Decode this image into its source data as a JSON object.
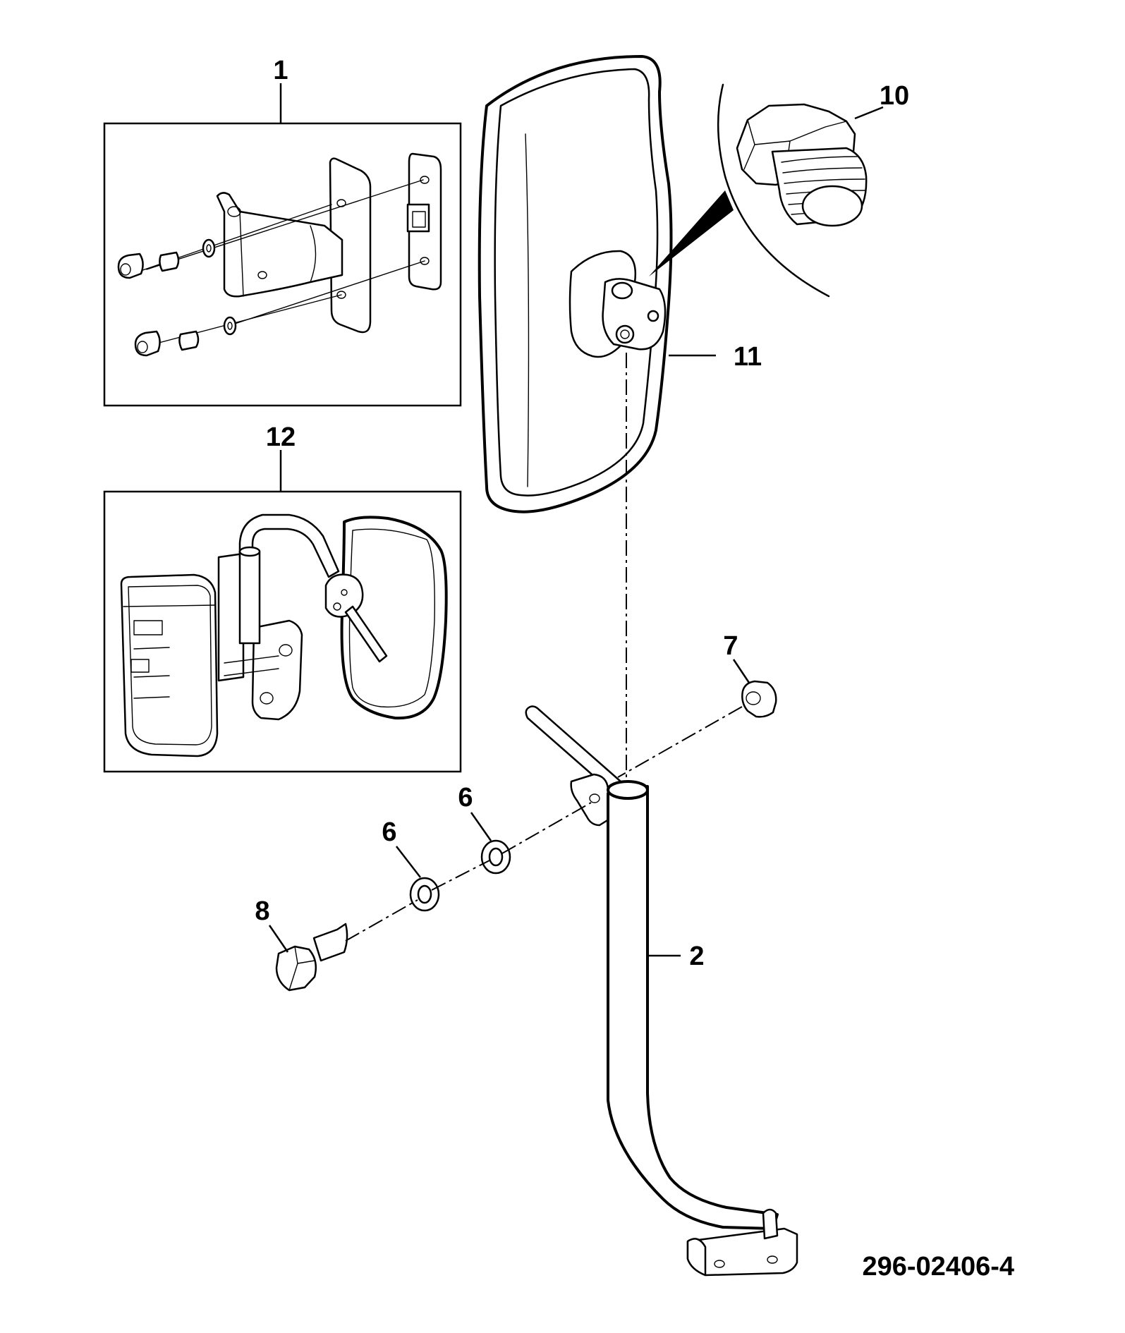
{
  "drawing_number": "296-02406-4",
  "callouts": {
    "c1": "1",
    "c2": "2",
    "c6a": "6",
    "c6b": "6",
    "c7": "7",
    "c8": "8",
    "c10": "10",
    "c11": "11",
    "c12": "12"
  }
}
